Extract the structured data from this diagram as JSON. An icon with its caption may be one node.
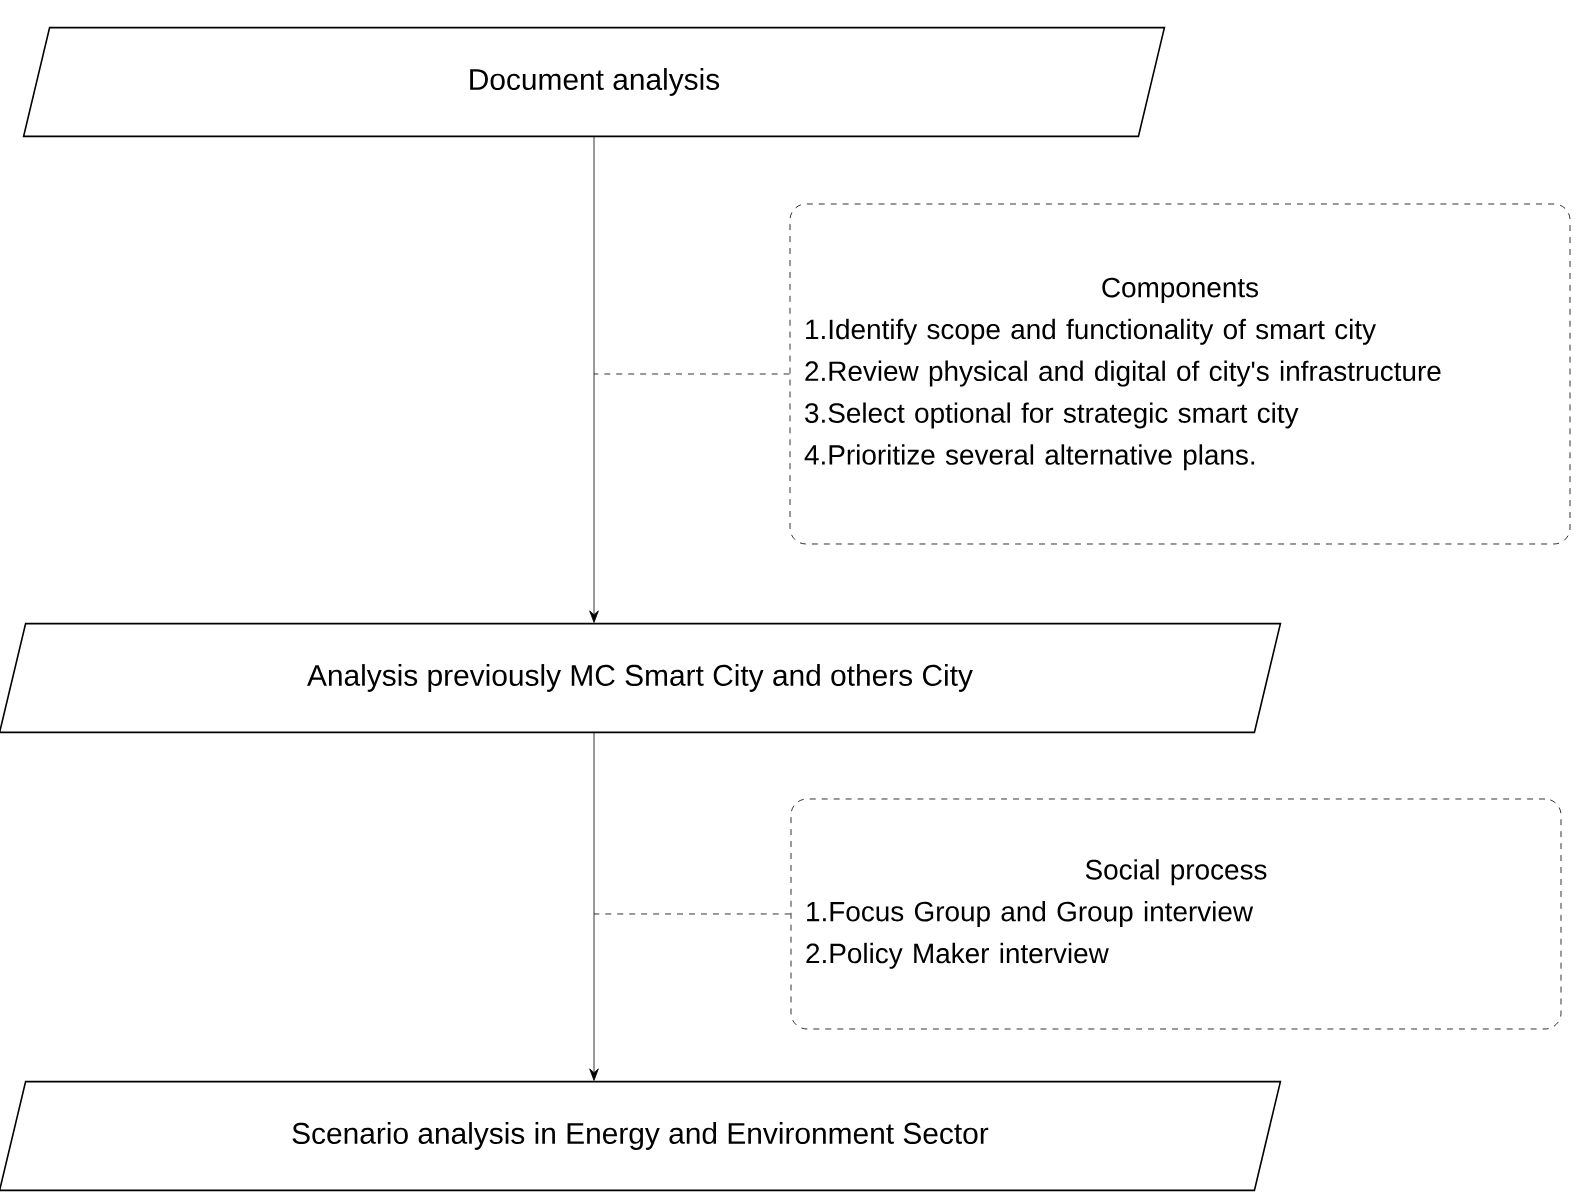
{
  "diagram": {
    "nodes": [
      {
        "text": [
          "Document analysis"
        ]
      },
      {
        "text": [
          "Components",
          "1.Identify scope and functionality of smart city",
          "2.Review physical and digital of city's infrastructure",
          "3.Select optional for strategic smart city",
          "4.Prioritize several alternative plans."
        ]
      },
      {
        "text": [
          "Analysis previously MC Smart City and others City"
        ]
      },
      {
        "text": [
          "Social process",
          "1.Focus Group and Group interview",
          "2.Policy Maker interview"
        ]
      },
      {
        "text": [
          "Scenario analysis in Energy and Environment Sector"
        ]
      }
    ],
    "edges": [
      {
        "from": 0,
        "to": 2,
        "arrow": "to"
      },
      {
        "from": 2,
        "to": 4,
        "arrow": "to"
      },
      {
        "from": 1,
        "to": null,
        "arrow": "none",
        "style": "dashed"
      },
      {
        "from": 3,
        "to": null,
        "arrow": "none",
        "style": "dashed"
      }
    ]
  }
}
